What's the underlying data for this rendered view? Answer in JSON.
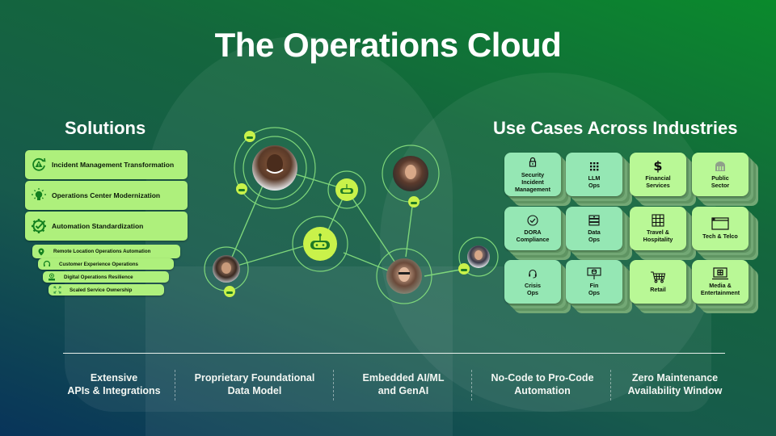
{
  "title": "The Operations Cloud",
  "solutions": {
    "heading": "Solutions",
    "primary": [
      {
        "label": "Incident Management Transformation",
        "icon": "alert-cycle-icon"
      },
      {
        "label": "Operations Center Modernization",
        "icon": "lightbulb-icon"
      },
      {
        "label": "Automation Standardization",
        "icon": "gear-check-icon"
      }
    ],
    "secondary": [
      {
        "label": "Remote Location Operations Automation",
        "icon": "location-pin-icon"
      },
      {
        "label": "Customer Experience Operations",
        "icon": "headset-icon"
      },
      {
        "label": "Digital Operations Resilience",
        "icon": "shield-person-icon"
      },
      {
        "label": "Scaled Service Ownership",
        "icon": "expand-arrows-icon"
      }
    ]
  },
  "use_cases": {
    "heading": "Use Cases Across Industries",
    "items": [
      {
        "label": [
          "Security",
          "Incident",
          "Management"
        ],
        "icon": "lock-icon",
        "tone": "teal"
      },
      {
        "label": [
          "LLM",
          "Ops"
        ],
        "icon": "grid-dots-icon",
        "tone": "teal"
      },
      {
        "label": [
          "Financial",
          "Services"
        ],
        "icon": "dollar-icon",
        "tone": "lime"
      },
      {
        "label": [
          "Public",
          "Sector"
        ],
        "icon": "government-building-icon",
        "tone": "lime"
      },
      {
        "label": [
          "DORA",
          "Compliance"
        ],
        "icon": "check-circle-icon",
        "tone": "teal"
      },
      {
        "label": [
          "Data",
          "Ops"
        ],
        "icon": "database-stack-icon",
        "tone": "teal"
      },
      {
        "label": [
          "Travel &",
          "Hospitality"
        ],
        "icon": "building-grid-icon",
        "tone": "lime"
      },
      {
        "label": [
          "Tech & Telco"
        ],
        "icon": "browser-window-icon",
        "tone": "lime"
      },
      {
        "label": [
          "Crisis",
          "Ops"
        ],
        "icon": "headset-icon",
        "tone": "teal"
      },
      {
        "label": [
          "Fin",
          "Ops"
        ],
        "icon": "presentation-board-icon",
        "tone": "teal"
      },
      {
        "label": [
          "Retail"
        ],
        "icon": "shopping-cart-icon",
        "tone": "lime"
      },
      {
        "label": [
          "Media &",
          "Entertainment"
        ],
        "icon": "laptop-icon",
        "tone": "lime"
      }
    ]
  },
  "features": [
    {
      "line1": "Extensive",
      "line2": "APIs & Integrations"
    },
    {
      "line1": "Proprietary Foundational",
      "line2": "Data Model"
    },
    {
      "line1": "Embedded AI/ML",
      "line2": "and GenAI"
    },
    {
      "line1": "No-Code to Pro-Code",
      "line2": "Automation"
    },
    {
      "line1": "Zero Maintenance",
      "line2": "Availability Window"
    }
  ],
  "network": {
    "people": [
      {
        "name": "person-headset-man"
      },
      {
        "name": "person-woman-top"
      },
      {
        "name": "person-man-left"
      },
      {
        "name": "person-woman-glasses"
      },
      {
        "name": "person-man-right"
      }
    ],
    "bots": [
      {
        "name": "bot-center-large"
      },
      {
        "name": "bot-middle"
      }
    ]
  },
  "colors": {
    "accent_lime": "#c9f24a",
    "solution_card": "#aef07c",
    "usecase_teal": "#95e7b4",
    "usecase_lime": "#b9f896",
    "icon_green": "#13801f",
    "line_green": "#7ed67a"
  }
}
